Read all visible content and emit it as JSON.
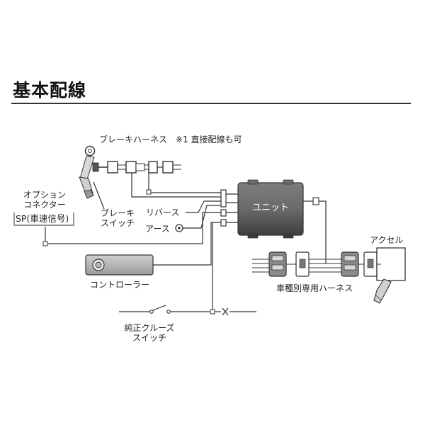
{
  "title": "基本配線",
  "labels": {
    "brake_harness": "ブレーキハーネス　※1 直接配線も可",
    "option_connector_1": "オプション",
    "option_connector_2": "コネクター",
    "sp_signal": "SP(車速信号)",
    "brake_switch_1": "ブレーキ",
    "brake_switch_2": "スイッチ",
    "reverse": "リバース",
    "ground": "アース",
    "unit": "ユニット",
    "accel": "アクセル",
    "controller": "コントローラー",
    "vehicle_harness": "車種別専用ハーネス",
    "cruise_switch_1": "純正クルーズ",
    "cruise_switch_2": "スイッチ"
  }
}
